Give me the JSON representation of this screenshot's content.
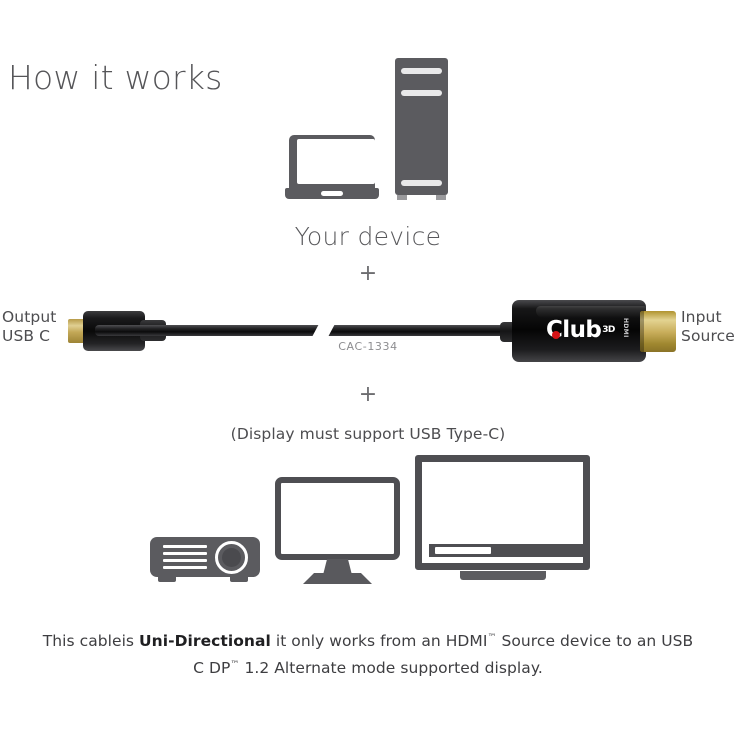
{
  "header": {
    "title": "How it works"
  },
  "source_section": {
    "device_label": "Your device",
    "icons": [
      "laptop-icon",
      "desktop-tower-icon"
    ]
  },
  "separators": {
    "plus_1": "+",
    "plus_2": "+"
  },
  "cable": {
    "left_label_line1": "Output",
    "left_label_line2": "USB C",
    "right_label_line1": "Input",
    "right_label_line2": "Source",
    "model_code": "CAC-1334",
    "brand": "Club",
    "brand_superscript": "3D",
    "connector_port_text": "HDMI",
    "left_connector_type": "usb-c-connector",
    "right_connector_type": "hdmi-connector"
  },
  "display_section": {
    "note": "(Display must support USB Type-C)",
    "icons": [
      "projector-icon",
      "monitor-icon",
      "television-icon"
    ]
  },
  "footer": {
    "part1": "This cableis ",
    "bold": "Uni-Directional",
    "part2": " it only works from an HDMI",
    "tm1": "™",
    "part3": " Source device to an USB C DP",
    "tm2": "™",
    "part4": " 1.2 Alternate mode supported display."
  },
  "colors": {
    "background": "#ffffff",
    "title_gray": "#555558",
    "body_text": "#3e3e41",
    "device_gray": "#5b5b5f",
    "connector_black": "#0b0b0c",
    "connector_gold": "#c8ad5b",
    "brand_red": "#d51317",
    "muted_code": "#8d8d90"
  }
}
